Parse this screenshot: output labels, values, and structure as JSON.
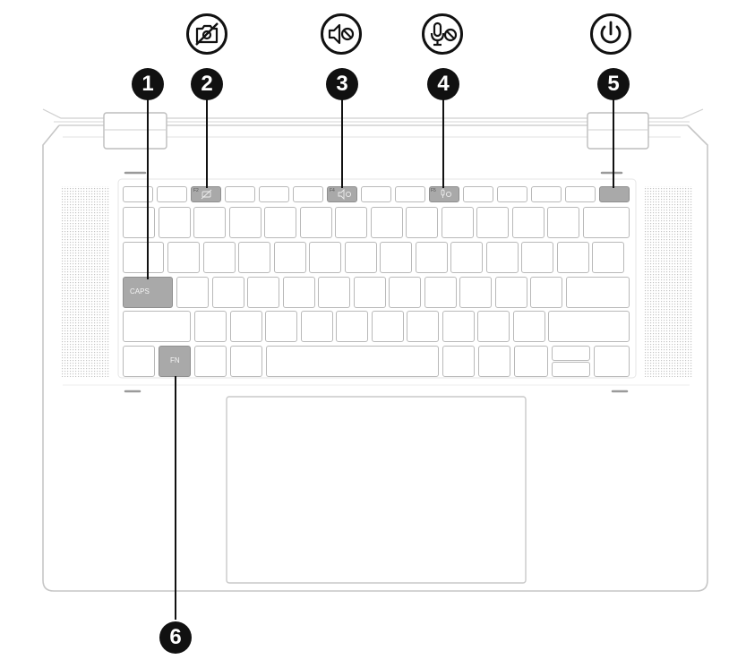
{
  "callouts": [
    {
      "number": "1",
      "target": "caps-lock-key"
    },
    {
      "number": "2",
      "target": "camera-privacy-key"
    },
    {
      "number": "3",
      "target": "volume-mute-key"
    },
    {
      "number": "4",
      "target": "microphone-mute-key"
    },
    {
      "number": "5",
      "target": "power-button"
    },
    {
      "number": "6",
      "target": "fn-key"
    }
  ],
  "keys": {
    "caps": "CAPS",
    "fn": "FN",
    "f2": "F2",
    "f4": "F4",
    "f5": "F5"
  },
  "icons": {
    "camera": "camera-privacy-icon",
    "volume": "volume-mute-icon",
    "microphone": "microphone-mute-icon",
    "power": "power-icon"
  },
  "colors": {
    "outline": "#c6c6c6",
    "highlight_key": "#a9a9a9",
    "callout": "#111111"
  }
}
